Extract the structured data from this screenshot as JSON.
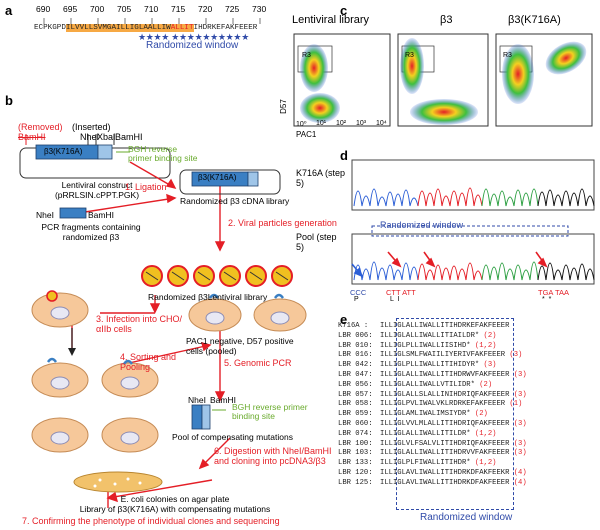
{
  "panel_a": {
    "label": "a",
    "ticks": [
      "690",
      "695",
      "700",
      "705",
      "710",
      "715",
      "720",
      "725",
      "730"
    ],
    "seq_prefix": "ECPKGPD",
    "seq_orange": "ILVVLLSVMGAILLIGLAALLIW",
    "seq_red": "ALLIT",
    "seq_suffix": "IHDRKEFAKFEEER",
    "window_label": "Randomized window"
  },
  "panel_b": {
    "label": "b",
    "removed": "(Removed)",
    "inserted": "(Inserted)",
    "bamhi_removed": "BamHI",
    "nhei": "NheI",
    "xbai": "XbaI",
    "bamhi": "BamHI",
    "bgh": "BGH reverse primer binding site",
    "construct_box": "β3(K716A)",
    "construct_name": "Lentiviral construct",
    "construct_sub": "(pRRLSIN.cPPT.PGK)",
    "step1": "1. Ligation",
    "lib_box": "β3(K716A)",
    "lib_name": "Randomized β3 cDNA library",
    "pcr_nhei": "NheI",
    "pcr_bamhi": "BamHI",
    "pcr_caption1": "PCR fragments containing",
    "pcr_caption2": "randomized β3",
    "step2": "2. Viral particles generation",
    "lentivirus_lib": "Randomized β3Lentiviral library",
    "step3": "3. Infection into CHO/αIIb cells",
    "cells_caption1": "PAC1 negative, D57 positive",
    "cells_caption2": "cells (pooled)",
    "step4": "4. Sorting and Pooling",
    "step5": "5. Genomic PCR",
    "pool_nhei": "NheI",
    "pool_bamhi": "BamHI",
    "pool_bgh": "BGH reverse primer binding site",
    "pool_caption": "Pool of compensating mutations",
    "step6": "6. Digestion with NheI/BamHI and cloning into pcDNA3/β3",
    "plate_caption1": "E. coli colonies on agar plate",
    "plate_caption2": "Library of β3(K716A) with compensating mutations",
    "step7": "7. Confirming the phenotype of individual clones and sequencing"
  },
  "panel_c": {
    "label": "c",
    "titles": [
      "Lentiviral library",
      "β3",
      "β3(K716A)"
    ],
    "gate": "R3",
    "ylabel": "D57",
    "xlabel": "PAC1",
    "ticks": [
      "10⁰",
      "10¹",
      "10²",
      "10³",
      "10⁴"
    ]
  },
  "panel_d": {
    "label": "d",
    "row1": "K716A (step 5)",
    "row2": "Pool (step 5)",
    "window_label": "Randomized window",
    "codons": [
      "CCC",
      "CTT ATT",
      "TGA TAA"
    ],
    "aa": [
      "P",
      "L  I",
      "*  *"
    ]
  },
  "panel_e": {
    "label": "e",
    "window_label": "Randomized window",
    "rows": [
      {
        "name": "K716A :",
        "seq": "ILLIGLALLIWALLITIHDRKEFAKFEEER",
        "count": ""
      },
      {
        "name": "LBR 006:",
        "seq": "ILLIGLALLIWALLITIAILDR*",
        "count": "(2)"
      },
      {
        "name": "LBR 010:",
        "seq": "ILLIGLPLLIWALLIISIHD*",
        "count": "(1,2)"
      },
      {
        "name": "LBR 016:",
        "seq": "ILLIGLSMLFWAIILIYERIVFAKFEEER",
        "count": "(3)"
      },
      {
        "name": "LBR 042:",
        "seq": "ILLIGLPLLIWALLITIHIDYR*",
        "count": "(3)"
      },
      {
        "name": "LBR 047:",
        "seq": "ILLIGLALLIWALLITIHDRWVFAKFEEER",
        "count": "(3)"
      },
      {
        "name": "LBR 056:",
        "seq": "ILLIGLALLIWALLVTILIDR*",
        "count": "(2)"
      },
      {
        "name": "LBR 057:",
        "seq": "ILLIGLALLSLALLINIHDRIQFAKFEEER",
        "count": "(3)"
      },
      {
        "name": "LBR 058:",
        "seq": "ILLIGLPVLIWALVKLRDRKEFAKFEEER",
        "count": "(1)"
      },
      {
        "name": "LBR 059:",
        "seq": "ILLIGLAMLIWALIMSIYDR*",
        "count": "(2)"
      },
      {
        "name": "LBR 060:",
        "seq": "ILLIGLVVLMLALLITIHDRIQFAKFEEER",
        "count": "(3)"
      },
      {
        "name": "LBR 074:",
        "seq": "ILLIGLALLIWALLITILDR*",
        "count": "(1,2)"
      },
      {
        "name": "LBR 100:",
        "seq": "ILLIGLVLFSALVLITIHDRIQFAKFEEER",
        "count": "(3)"
      },
      {
        "name": "LBR 103:",
        "seq": "ILLIGLALLIWALLITIHDRVVFAKFEEER",
        "count": "(3)"
      },
      {
        "name": "LBR 133:",
        "seq": "ILLIGLPLFIWALLITIHDR*",
        "count": "(1,2)"
      },
      {
        "name": "LBR 120:",
        "seq": "ILLIGLAVLIWALLITIHDRKDFAKFEEKR",
        "count": "(4)"
      },
      {
        "name": "LBR 125:",
        "seq": "ILLIGLAVLIWALLITIHDRKDFAKFEEER",
        "count": "(4)"
      }
    ]
  },
  "colors": {
    "red": "#e41e26",
    "blue": "#2f4aa8",
    "green": "#6aab2e",
    "orange": "#f7a944"
  }
}
